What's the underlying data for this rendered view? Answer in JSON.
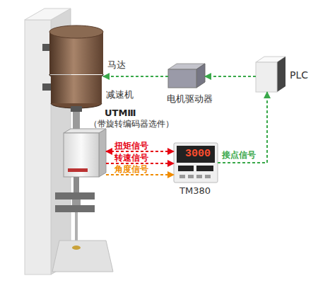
{
  "diagram": {
    "nodes": [
      {
        "text": [
          "马达"
        ]
      },
      {
        "text": [
          "减速机"
        ]
      },
      {
        "text": [
          "UTMⅢ",
          "（带旋转编码器选件）"
        ]
      },
      {
        "text": [
          "TM380"
        ]
      },
      {
        "text": [
          "电机驱动器"
        ]
      },
      {
        "text": [
          "PLC"
        ]
      }
    ],
    "edges": [
      {
        "from": 4,
        "to": 0,
        "arrow": "to"
      },
      {
        "from": 5,
        "to": 4,
        "arrow": "to"
      },
      {
        "from": 2,
        "to": 3,
        "label": "扭矩信号",
        "arrow": "both"
      },
      {
        "from": 2,
        "to": 3,
        "label": "转速信号",
        "arrow": "to"
      },
      {
        "from": 2,
        "to": 3,
        "label": "角度信号",
        "arrow": "to"
      },
      {
        "from": 3,
        "to": 5,
        "label": "接点信号",
        "arrow": "to"
      }
    ],
    "labels": [
      "3000"
    ]
  }
}
